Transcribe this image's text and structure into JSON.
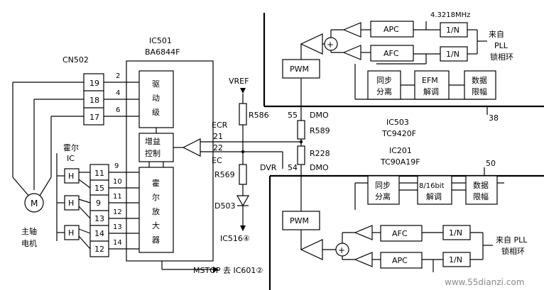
{
  "ic501": {
    "name": "IC501",
    "part": "BA6844F"
  },
  "cn502": {
    "label": "CN502",
    "pins": [
      "19",
      "18",
      "17"
    ]
  },
  "ic501_pins": {
    "left_top": [
      "2",
      "4",
      "6"
    ],
    "left_bottom": [
      "9",
      "10",
      "11",
      "12",
      "13",
      "14"
    ],
    "right": [
      "ECR",
      "21",
      "22",
      "EC"
    ]
  },
  "blocks": {
    "driver": [
      "驱",
      "动",
      "级"
    ],
    "gain": [
      "增益",
      "控制"
    ],
    "hall_amp": [
      "霍",
      "尔",
      "放",
      "大",
      "器"
    ]
  },
  "hall_pins": [
    "11",
    "15",
    "9",
    "13",
    "14",
    "12"
  ],
  "hall_ic_label": [
    "霍尔",
    "IC"
  ],
  "hall_h": "H",
  "motor": {
    "symbol": "M",
    "label": [
      "主轴",
      "电机"
    ]
  },
  "vref": "VREF",
  "resistors": [
    "R586",
    "R589",
    "R228",
    "R569"
  ],
  "diode": "D503",
  "ic516": "IC516④",
  "mstop": "MSTOP 去 IC601②",
  "dvr": "DVR",
  "pins_mid": {
    "p55": "55",
    "p54": "54",
    "dmo": "DMO"
  },
  "ic503": {
    "name": "IC503",
    "part": "TC9420F",
    "pin": "38"
  },
  "ic201": {
    "name": "IC201",
    "part": "TC90A19F",
    "pin": "50"
  },
  "top_section": {
    "pwm": "PWM",
    "apc": "APC",
    "afc": "AFC",
    "div1": "1/N",
    "div2": "1/N",
    "freq": "4.3218MHz",
    "from": [
      "来自",
      "PLL",
      "锁相环"
    ],
    "sync": [
      "同步",
      "分离"
    ],
    "efm": [
      "EFM",
      "解调"
    ],
    "data": [
      "数据",
      "限幅"
    ]
  },
  "bottom_section": {
    "pwm": "PWM",
    "apc": "APC",
    "afc": "AFC",
    "div1": "1/N",
    "div2": "1/N",
    "from": [
      "来自 PLL",
      "锁相环"
    ],
    "sync": [
      "同步",
      "分离"
    ],
    "demod": [
      "8/16bit",
      "解调"
    ],
    "data": [
      "数据",
      "限幅"
    ]
  },
  "watermark": "www.55dianzi.com"
}
